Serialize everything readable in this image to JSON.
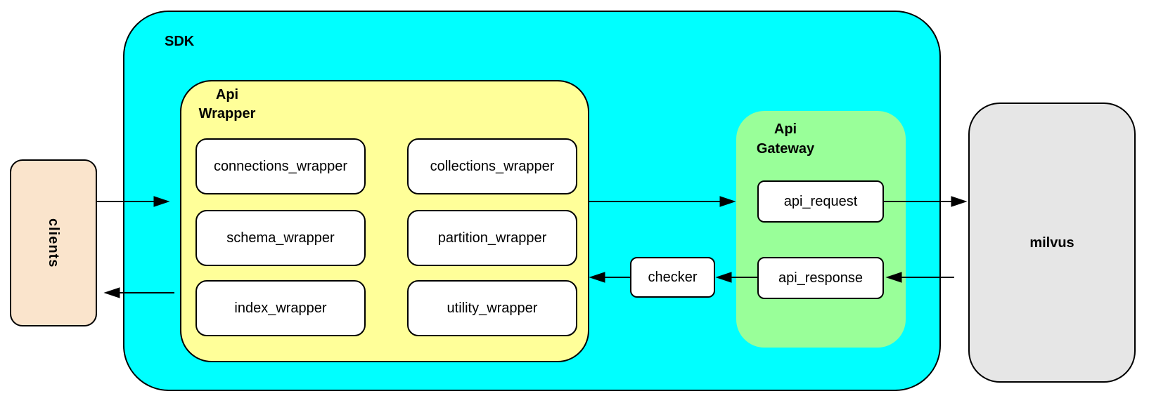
{
  "diagram": {
    "clients": {
      "label": "clients",
      "fill": "#FAE4CC"
    },
    "sdk": {
      "label": "SDK",
      "fill": "#00FFFF",
      "api_wrapper": {
        "label": "Api\nWrapper",
        "fill": "#FFFF99",
        "boxes": [
          {
            "label": "connections_wrapper"
          },
          {
            "label": "collections_wrapper"
          },
          {
            "label": "schema_wrapper"
          },
          {
            "label": "partition_wrapper"
          },
          {
            "label": "index_wrapper"
          },
          {
            "label": "utility_wrapper"
          }
        ]
      },
      "checker": {
        "label": "checker"
      },
      "api_gateway": {
        "label": "Api\nGateway",
        "fill": "#99FF99",
        "boxes": [
          {
            "label": "api_request"
          },
          {
            "label": "api_response"
          }
        ]
      }
    },
    "milvus": {
      "label": "milvus",
      "fill": "#E6E6E6"
    },
    "stroke_color": "#000000"
  }
}
